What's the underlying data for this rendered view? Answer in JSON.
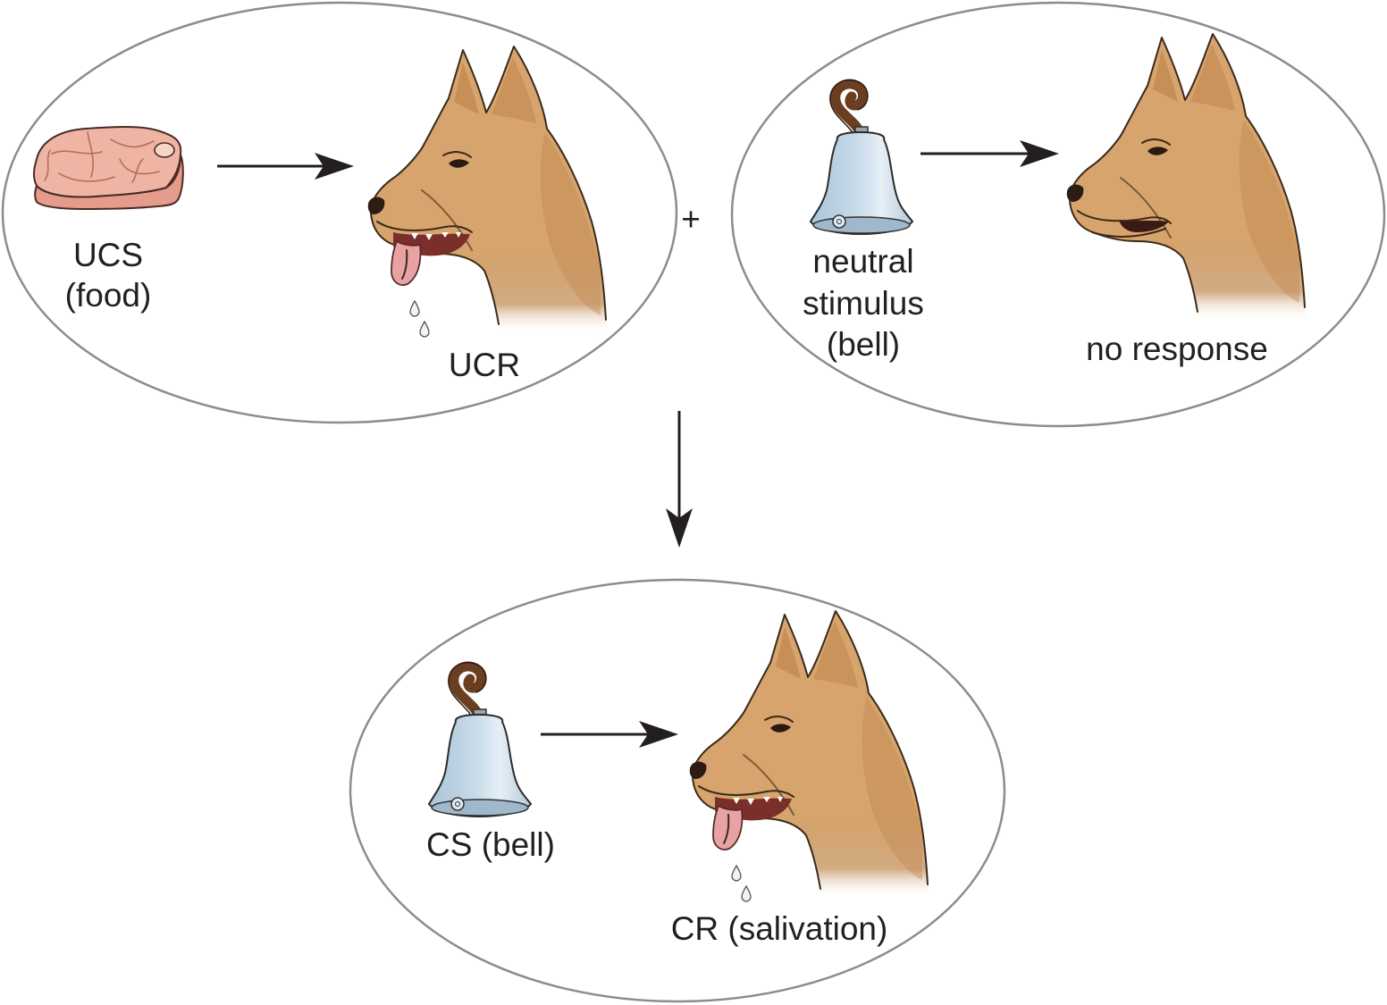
{
  "labels": {
    "ucs": "UCS",
    "ucs_food": "(food)",
    "ucr": "UCR",
    "plus": "+",
    "neutral_stimulus": [
      "neutral",
      "stimulus",
      "(bell)"
    ],
    "no_response": "no response",
    "cs": "CS (bell)",
    "cr": "CR (salivation)"
  },
  "colors": {
    "ellipse": "#8c8c8c",
    "arrow": "#231f20",
    "text": "#231f20",
    "dog": "#d6a46c",
    "dog-dark": "#c08850",
    "meat": "#efb5a4",
    "meat-side": "#e59c8c",
    "bell-body": "#c7dbea",
    "bell-handle": "#6b3e21",
    "tongue": "#e8a2a3"
  }
}
